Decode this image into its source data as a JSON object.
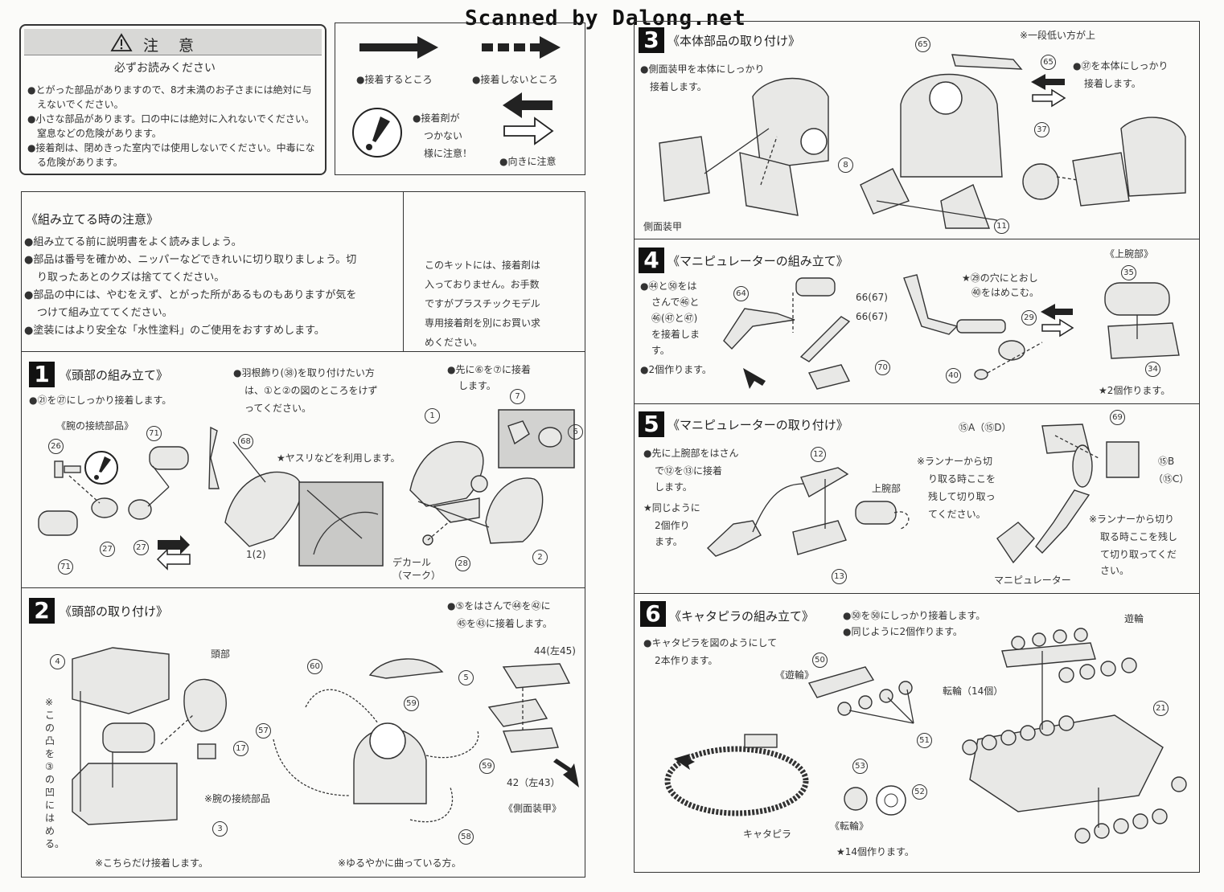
{
  "watermark": "Scanned by Dalong.net",
  "caution": {
    "title": "注　意",
    "subtitle": "必ずお読みください",
    "items": [
      "●とがった部品がありますので、8才未満のお子さまには絶対に与",
      "えないでください。",
      "●小さな部品があります。口の中には絶対に入れないでください。",
      "窒息などの危険があります。",
      "●接着剤は、閉めきった室内では使用しないでください。中毒にな",
      "る危険があります。"
    ]
  },
  "legend": {
    "glue": "●接着するところ",
    "no_glue": "●接着しないところ",
    "careful_glue": [
      "●接着剤が",
      "つかない",
      "様に注意！"
    ],
    "direction": "●向きに注意"
  },
  "assembly_notes": {
    "title": "《組み立てる時の注意》",
    "items": [
      "●組み立てる前に説明書をよく読みましょう。",
      "●部品は番号を確かめ、ニッパーなどできれいに切り取りましょう。切",
      "り取ったあとのクズは捨ててください。",
      "●部品の中には、やむをえず、とがった所があるものもありますが気を",
      "つけて組み立ててください。",
      "●塗装にはより安全な「水性塗料」のご使用をおすすめします。"
    ],
    "glue_note": [
      "このキットには、接着剤は",
      "入っておりません。お手数",
      "ですがプラスチックモデル",
      "専用接着剤を別にお買い求",
      "めください。"
    ]
  },
  "steps": {
    "s1": {
      "num": "1",
      "title": "《頭部の組み立て》",
      "note_a": "●㉑を㉗にしっかり接着します。",
      "note_b": [
        "●羽根飾り(㊳)を取り付けたい方",
        "は、①と②の図のところをけず",
        "ってください。"
      ],
      "note_c": [
        "●先に⑥を⑦に接着",
        "します。"
      ],
      "arm_label": "《腕の接続部品》",
      "file_note": "★ヤスリなどを利用します。",
      "decal": "デカール",
      "decal_sub": "（マーク）",
      "parts": [
        "26",
        "71",
        "27",
        "27",
        "71",
        "68",
        "1",
        "2",
        "7",
        "6",
        "28",
        "1(2)"
      ]
    },
    "s2": {
      "num": "2",
      "title": "《頭部の取り付け》",
      "note": [
        "●⑤をはさんで㊹を㊷に",
        "㊺を㊸に接着します。"
      ],
      "head_label": "頭部",
      "arm_joint": "※腕の接続部品",
      "vertical": "※この凸を③の凹にはめる。",
      "only_glue": "※こちらだけ接着します。",
      "curve_note": "※ゆるやかに曲っている方。",
      "side_armor": "《側面装甲》",
      "l44": "44(左45)",
      "l42": "42（左43）",
      "parts": [
        "4",
        "17",
        "3",
        "60",
        "59",
        "57",
        "59",
        "58",
        "5"
      ]
    },
    "s3": {
      "num": "3",
      "title": "《本体部品の取り付け》",
      "note": [
        "●側面装甲を本体にしっかり",
        "接着します。"
      ],
      "lower": "※一段低い方が上",
      "note37": [
        "●㊲を本体にしっかり",
        "接着します。"
      ],
      "side_armor": "側面装甲",
      "parts": [
        "65",
        "65",
        "8",
        "11",
        "37"
      ]
    },
    "s4": {
      "num": "4",
      "title": "《マニピュレーターの組み立て》",
      "note": [
        "●㊹と㊿をは",
        "さんで㊻と",
        "㊻(㊼と㊼)",
        "を接着しま",
        "す。"
      ],
      "twice": "●2個作ります。",
      "hole": [
        "★㉙の穴にとおし",
        "㊵をはめこむ。"
      ],
      "upper_arm": "《上腕部》",
      "twice2": "★2個作ります。",
      "parts": [
        "64",
        "66(67)",
        "66(67)",
        "70",
        "29",
        "40",
        "35",
        "34"
      ]
    },
    "s5": {
      "num": "5",
      "title": "《マニピュレーターの取り付け》",
      "note": [
        "●先に上腕部をはさん",
        "で⑫を⑬に接着",
        "します。"
      ],
      "same": [
        "★同じように",
        "2個作り",
        "ます。"
      ],
      "runner1": [
        "※ランナーから切",
        "り取る時ここを",
        "残して切り取っ",
        "てください。"
      ],
      "runner2": [
        "※ランナーから切り",
        "取る時ここを残し",
        "て切り取ってくだ",
        "さい。"
      ],
      "upper_arm": "上腕部",
      "manip": "マニピュレーター",
      "l15a": "⑮A（⑮D）",
      "l15b": "⑮B",
      "l15c": "（⑮C）",
      "parts": [
        "12",
        "13",
        "69"
      ]
    },
    "s6": {
      "num": "6",
      "title": "《キャタピラの組み立て》",
      "note1": "●㊿を㊿にしっかり接着します。",
      "note2": "●同じように2個作ります。",
      "note3": [
        "●キャタピラを図のようにして",
        "2本作ります。"
      ],
      "idler": "《遊輪》",
      "idler2": "遊輪",
      "roller": "転輪（14個）",
      "roller2": "《転輪》",
      "track": "キャタピラ",
      "fourteen": "★14個作ります。",
      "parts": [
        "50",
        "51",
        "53",
        "52",
        "21"
      ]
    }
  }
}
